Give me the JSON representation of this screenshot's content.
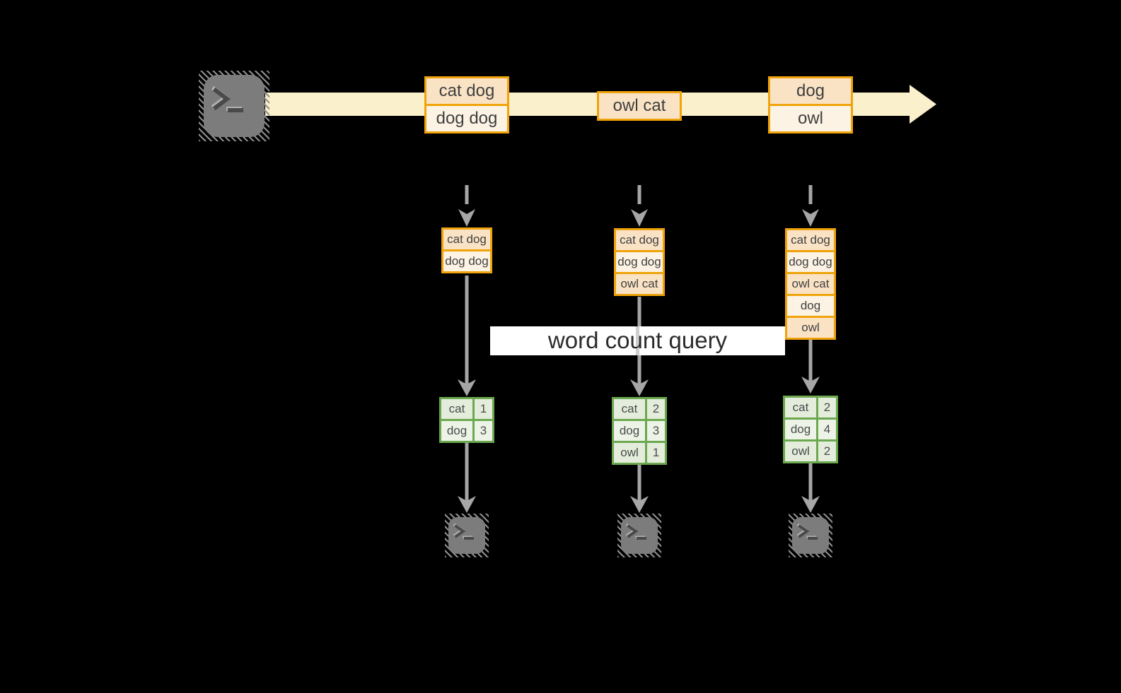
{
  "colors": {
    "background": "#000000",
    "stream_band": "#FAF0CC",
    "orange_border": "#F0A30A",
    "peach_dark": "#FAE3C5",
    "peach_light": "#FCF3E4",
    "green_border": "#6BA84F",
    "green_cell_dark": "#E4EDDC",
    "green_cell_light": "#EDF4E7",
    "arrow_gray": "#A6A6A6",
    "icon_gray": "#7C7C7C"
  },
  "banner": {
    "label": "word count query"
  },
  "icons": {
    "source": "terminal-icon",
    "sink_1": "terminal-icon",
    "sink_2": "terminal-icon",
    "sink_3": "terminal-icon"
  },
  "stream": {
    "events": [
      {
        "rows": [
          "cat dog",
          "dog dog"
        ]
      },
      {
        "rows": [
          "owl cat"
        ]
      },
      {
        "rows": [
          "dog",
          "owl"
        ]
      }
    ]
  },
  "columns": [
    {
      "buffer": [
        "cat dog",
        "dog dog"
      ],
      "counts": [
        {
          "word": "cat",
          "count": "1"
        },
        {
          "word": "dog",
          "count": "3"
        }
      ]
    },
    {
      "buffer": [
        "cat dog",
        "dog dog",
        "owl cat"
      ],
      "counts": [
        {
          "word": "cat",
          "count": "2"
        },
        {
          "word": "dog",
          "count": "3"
        },
        {
          "word": "owl",
          "count": "1"
        }
      ]
    },
    {
      "buffer": [
        "cat dog",
        "dog dog",
        "owl cat",
        "dog",
        "owl"
      ],
      "counts": [
        {
          "word": "cat",
          "count": "2"
        },
        {
          "word": "dog",
          "count": "4"
        },
        {
          "word": "owl",
          "count": "2"
        }
      ]
    }
  ]
}
